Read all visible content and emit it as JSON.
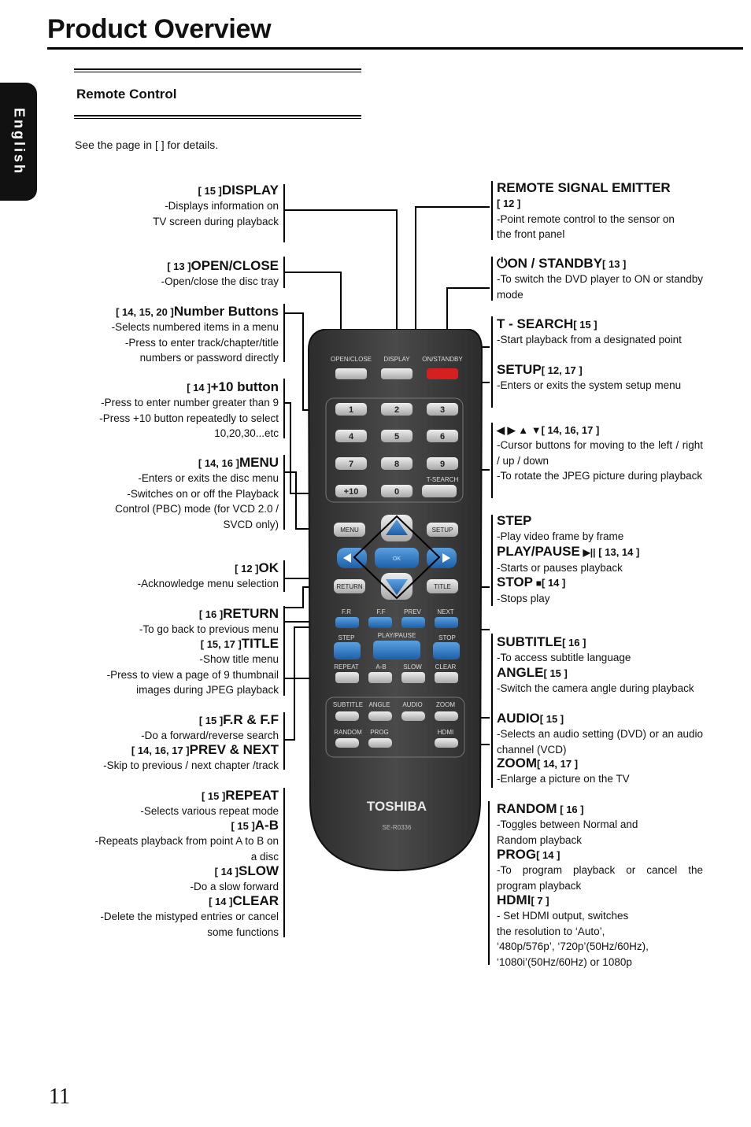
{
  "page": {
    "title": "Product Overview",
    "side_tab": "English",
    "section_heading": "Remote Control",
    "intro": "See the page in [   ] for details.",
    "page_number": "11"
  },
  "remote": {
    "buttons": {
      "open_close": "OPEN/CLOSE",
      "display": "DISPLAY",
      "on_standby": "ON/STANDBY",
      "t_search": "T-SEARCH",
      "menu": "MENU",
      "setup": "SETUP",
      "ok": "OK",
      "return": "RETURN",
      "title": "TITLE",
      "fr": "F.R",
      "ff": "F.F",
      "prev": "PREV",
      "next": "NEXT",
      "step": "STEP",
      "play_pause": "PLAY/PAUSE",
      "stop": "STOP",
      "repeat": "REPEAT",
      "ab": "A-B",
      "slow": "SLOW",
      "clear": "CLEAR",
      "subtitle": "SUBTITLE",
      "angle": "ANGLE",
      "audio": "AUDIO",
      "zoom": "ZOOM",
      "random": "RANDOM",
      "prog": "PROG",
      "hdmi": "HDMI",
      "plus10": "+10"
    },
    "digits": [
      "1",
      "2",
      "3",
      "4",
      "5",
      "6",
      "7",
      "8",
      "9",
      "0"
    ],
    "brand": "TOSHIBA",
    "model": "SE-R0336"
  },
  "left_labels": {
    "display": {
      "ref": "[ 15 ]",
      "name": "DISPLAY",
      "desc": [
        "-Displays information on",
        "TV screen during playback"
      ]
    },
    "open_close": {
      "ref": "[ 13 ]",
      "name": "OPEN/CLOSE",
      "desc": [
        "-Open/close the disc tray"
      ]
    },
    "number_buttons": {
      "ref": "[ 14, 15, 20 ]",
      "name": "Number Buttons",
      "desc": [
        "-Selects numbered items in a menu",
        "-Press to enter track/chapter/title",
        "numbers or password directly"
      ]
    },
    "plus10": {
      "ref": "[ 14 ]",
      "name": "+10 button",
      "desc": [
        "-Press to enter number greater than 9",
        "-Press +10 button repeatedly to select",
        "10,20,30...etc"
      ]
    },
    "menu": {
      "ref": "[ 14, 16 ]",
      "name": "MENU",
      "desc": [
        "-Enters or exits the disc menu",
        "-Switches on or off the Playback",
        "Control (PBC) mode (for VCD 2.0 /",
        "SVCD only)"
      ]
    },
    "ok": {
      "ref": "[ 12 ]",
      "name": "OK",
      "desc": [
        "-Acknowledge menu selection"
      ]
    },
    "return": {
      "ref": "[ 16 ]",
      "name": "RETURN",
      "desc": [
        "-To go back to previous menu"
      ]
    },
    "title": {
      "ref": "[ 15, 17 ]",
      "name": "TITLE",
      "desc": [
        "-Show title menu",
        "-Press to view a page of 9 thumbnail",
        "images during JPEG playback"
      ]
    },
    "frff": {
      "ref": "[ 15 ]",
      "name": "F.R & F.F",
      "desc": [
        "-Do a forward/reverse search"
      ]
    },
    "prevnext": {
      "ref": "[ 14, 16, 17 ]",
      "name": "PREV & NEXT",
      "desc": [
        "-Skip to previous / next chapter /track"
      ]
    },
    "repeat": {
      "ref": "[ 15 ]",
      "name": "REPEAT",
      "desc": [
        "-Selects various repeat mode"
      ]
    },
    "ab": {
      "ref": "[ 15 ]",
      "name": "A-B",
      "desc": [
        "-Repeats playback from point A to B on",
        "a disc"
      ]
    },
    "slow": {
      "ref": "[ 14 ]",
      "name": "SLOW",
      "desc": [
        "-Do a slow forward"
      ]
    },
    "clear": {
      "ref": "[ 14 ]",
      "name": "CLEAR",
      "desc": [
        "-Delete  the mistyped entries or cancel",
        "some functions"
      ]
    }
  },
  "right_labels": {
    "emitter": {
      "name": "REMOTE SIGNAL EMITTER",
      "ref": "[ 12 ]",
      "desc": [
        "-Point remote control to the sensor on",
        "the front panel"
      ]
    },
    "standby": {
      "name": "ON / STANDBY",
      "ref": "[ 13 ]",
      "desc": "-To switch the DVD player to ON or standby mode"
    },
    "tsearch": {
      "name": "T - SEARCH",
      "ref": "[ 15 ]",
      "desc": "-Start playback from a designated point"
    },
    "setup": {
      "name": "SETUP",
      "ref": "[ 12, 17 ]",
      "desc": "-Enters or exits the system setup menu"
    },
    "cursor": {
      "name": "◀ ▶ ▲ ▼",
      "ref": "[ 14, 16, 17 ]",
      "desc1": "-Cursor buttons for moving to the left / right / up / down",
      "desc2": "-To rotate the JPEG picture during playback"
    },
    "step": {
      "name": "STEP",
      "desc": "-Play video frame by frame"
    },
    "playpause": {
      "name": "PLAY/PAUSE",
      "ref": "[ 13, 14 ]",
      "desc": "-Starts or pauses playback"
    },
    "stop": {
      "name": "STOP",
      "ref": "[ 14 ]",
      "desc": "-Stops play"
    },
    "subtitle": {
      "name": "SUBTITLE",
      "ref": "[ 16 ]",
      "desc": "-To access subtitle language"
    },
    "angle": {
      "name": "ANGLE",
      "ref": "[ 15 ]",
      "desc": "-Switch the camera angle during playback"
    },
    "audio": {
      "name": "AUDIO",
      "ref": "[ 15 ]",
      "desc": "-Selects an audio setting (DVD) or an audio channel (VCD)"
    },
    "zoom": {
      "name": "ZOOM",
      "ref": "[ 14, 17 ]",
      "desc": "-Enlarge a picture on the TV"
    },
    "random": {
      "name": "RANDOM",
      "ref": "[ 16 ]",
      "desc": [
        "-Toggles between Normal and",
        "Random playback"
      ]
    },
    "prog": {
      "name": "PROG",
      "ref": "[ 14 ]",
      "desc": "-To program playback or cancel the program playback"
    },
    "hdmi": {
      "name": "HDMI",
      "ref": "[ 7 ]",
      "desc": [
        "- Set HDMI output, switches",
        "the resolution to ‘Auto’,",
        "‘480p/576p’, ‘720p’(50Hz/60Hz),",
        "‘1080i’(50Hz/60Hz) or 1080p"
      ]
    }
  }
}
